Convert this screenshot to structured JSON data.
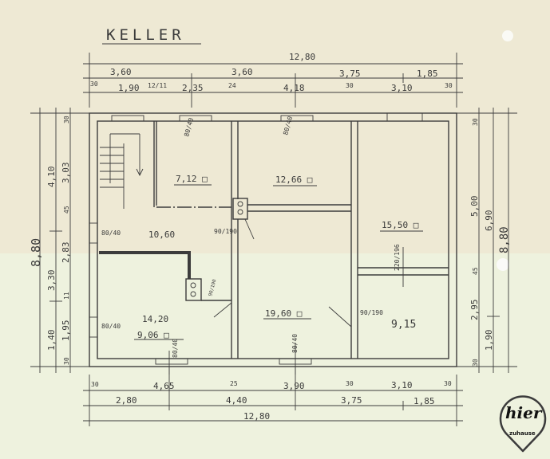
{
  "title": "KELLER",
  "dimensions": {
    "top": [
      "12,80",
      "3,60",
      "3,60",
      "3,75",
      "1,85",
      "30",
      "1,90",
      "12/11",
      "2,35",
      "24",
      "4,18",
      "30",
      "3,10",
      "30"
    ],
    "bottom": [
      "30",
      "4,65",
      "25",
      "3,90",
      "30",
      "3,10",
      "30",
      "2,80",
      "4,40",
      "3,75",
      "1,85",
      "12,80"
    ],
    "left": [
      "8,80",
      "4,10",
      "3,30",
      "1,40",
      "30",
      "3,03",
      "45",
      "2,83",
      "11",
      "1,95",
      "30"
    ],
    "right": [
      "30",
      "5,00",
      "45",
      "2,95",
      "30",
      "6,90",
      "1,90",
      "8,80"
    ]
  },
  "rooms": [
    "7,12 □",
    "12,66 □",
    "10,60",
    "15,50 □",
    "14,20",
    "9,06 □",
    "19,60 □",
    "9,15"
  ],
  "openings": [
    "80/40",
    "80/40",
    "80/40",
    "90/190",
    "80/40",
    "90/190",
    "220/196",
    "80/40",
    "80/40",
    "90/190"
  ],
  "logo": {
    "main": "hier",
    "sub": "zuhause"
  }
}
